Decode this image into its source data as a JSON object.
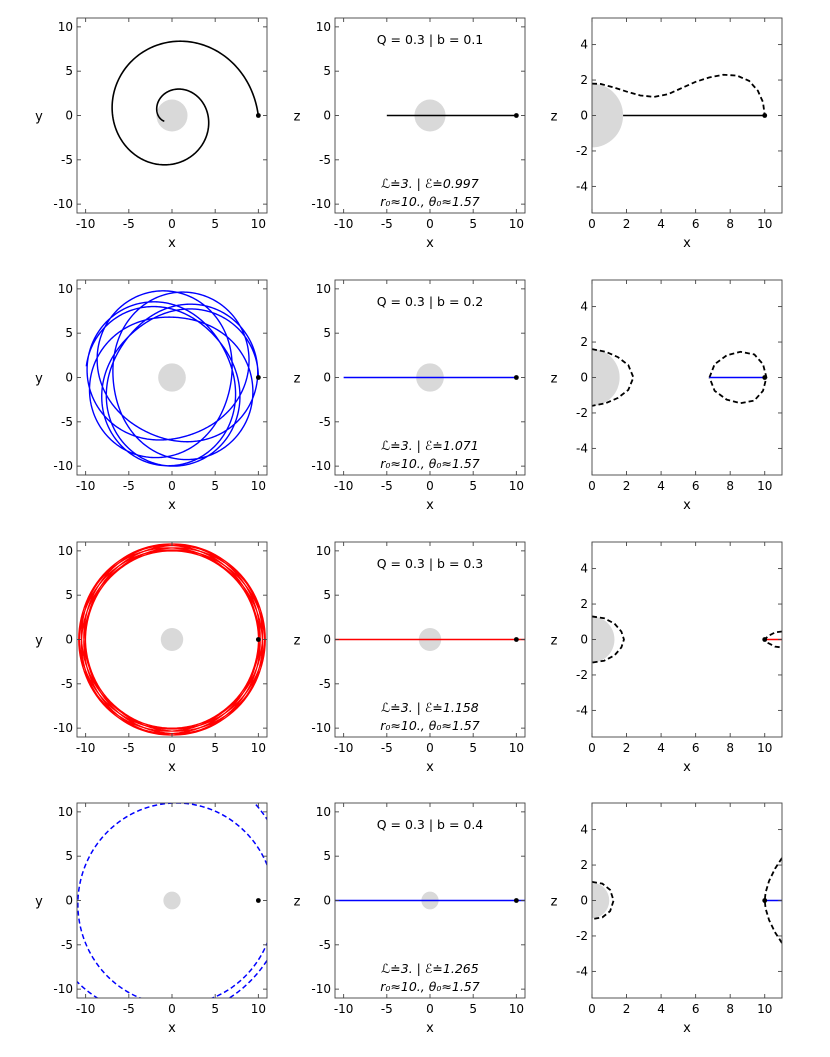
{
  "chart_data": [
    {
      "type": "line",
      "projection": "x-y",
      "xlabel": "x",
      "ylabel": "y",
      "xlim": [
        -11,
        11
      ],
      "ylim": [
        -11,
        11
      ],
      "xticks": [
        "-10",
        "-5",
        "0",
        "5",
        "10"
      ],
      "yticks": [
        "10",
        "5",
        "0",
        "-5",
        "-10"
      ],
      "color": "#000000",
      "line_style": "solid",
      "horizon_radius": 1.8,
      "orbit": {
        "kind": "spiral",
        "start": [
          10,
          0
        ],
        "turns": 1.6,
        "r_end": 1.1
      },
      "start_point": [
        10,
        0
      ]
    },
    {
      "type": "line",
      "projection": "x-z",
      "xlabel": "x",
      "ylabel": "z",
      "xlim": [
        -11,
        11
      ],
      "ylim": [
        -11,
        11
      ],
      "xticks": [
        "-10",
        "-5",
        "0",
        "5",
        "10"
      ],
      "yticks": [
        "10",
        "5",
        "0",
        "-5",
        "-10"
      ],
      "color": "#000000",
      "line_style": "solid",
      "horizon_radius": 1.8,
      "segment": {
        "x": [
          -5,
          10
        ],
        "z": [
          0,
          0
        ]
      },
      "start_point": [
        10,
        0
      ],
      "title": "Q = 0.3 | b = 0.1",
      "annotation_line1": "ℒ≐3. | ℰ≐0.997",
      "annotation_line2": "r₀≈10., θ₀≈1.57"
    },
    {
      "type": "line",
      "projection": "rho-z",
      "xlabel": "x",
      "ylabel": "z",
      "xlim": [
        0,
        11
      ],
      "ylim": [
        -5.5,
        5.5
      ],
      "xticks": [
        "0",
        "2",
        "4",
        "6",
        "8",
        "10"
      ],
      "yticks": [
        "4",
        "2",
        "0",
        "-2",
        "-4"
      ],
      "color": "#000000",
      "line_style": "solid",
      "horizon_radius": 1.8,
      "segment": {
        "x": [
          1.8,
          10
        ],
        "z": [
          0,
          0
        ]
      },
      "start_point": [
        10,
        0
      ],
      "boundary": {
        "style": "dashed",
        "points": [
          [
            0,
            1.8
          ],
          [
            0.5,
            1.78
          ],
          [
            1.2,
            1.6
          ],
          [
            2.0,
            1.35
          ],
          [
            2.8,
            1.13
          ],
          [
            3.6,
            1.05
          ],
          [
            4.4,
            1.2
          ],
          [
            5.2,
            1.55
          ],
          [
            6.0,
            1.9
          ],
          [
            6.8,
            2.15
          ],
          [
            7.6,
            2.3
          ],
          [
            8.4,
            2.25
          ],
          [
            9.1,
            1.95
          ],
          [
            9.6,
            1.4
          ],
          [
            9.9,
            0.75
          ],
          [
            10,
            0
          ]
        ]
      }
    },
    {
      "type": "line",
      "projection": "x-y",
      "xlabel": "x",
      "ylabel": "y",
      "xlim": [
        -11,
        11
      ],
      "ylim": [
        -11,
        11
      ],
      "xticks": [
        "-10",
        "-5",
        "0",
        "5",
        "10"
      ],
      "yticks": [
        "10",
        "5",
        "0",
        "-5",
        "-10"
      ],
      "color": "#0000ff",
      "line_style": "solid",
      "horizon_radius": 1.6,
      "orbit": {
        "kind": "rosette",
        "r_min": 6.8,
        "r_max": 10,
        "periods": 9,
        "precession": 0.72
      },
      "start_point": [
        10,
        0
      ]
    },
    {
      "type": "line",
      "projection": "x-z",
      "xlabel": "x",
      "ylabel": "z",
      "xlim": [
        -11,
        11
      ],
      "ylim": [
        -11,
        11
      ],
      "xticks": [
        "-10",
        "-5",
        "0",
        "5",
        "10"
      ],
      "yticks": [
        "10",
        "5",
        "0",
        "-5",
        "-10"
      ],
      "color": "#0000ff",
      "line_style": "solid",
      "horizon_radius": 1.6,
      "segment": {
        "x": [
          -10,
          10
        ],
        "z": [
          0,
          0
        ]
      },
      "start_point": [
        10,
        0
      ],
      "title": "Q = 0.3 | b = 0.2",
      "annotation_line1": "ℒ≐3. | ℰ≐1.071",
      "annotation_line2": "r₀≈10., θ₀≈1.57"
    },
    {
      "type": "line",
      "projection": "rho-z",
      "xlabel": "x",
      "ylabel": "z",
      "xlim": [
        0,
        11
      ],
      "ylim": [
        -5.5,
        5.5
      ],
      "xticks": [
        "0",
        "2",
        "4",
        "6",
        "8",
        "10"
      ],
      "yticks": [
        "4",
        "2",
        "0",
        "-2",
        "-4"
      ],
      "color": "#0000ff",
      "line_style": "solid",
      "horizon_radius": 1.6,
      "segment": {
        "x": [
          6.8,
          10
        ],
        "z": [
          0,
          0
        ]
      },
      "start_point": [
        10,
        0
      ],
      "boundary": {
        "style": "dashed",
        "points": [
          [
            0,
            1.6
          ],
          [
            0.8,
            1.45
          ],
          [
            1.5,
            1.15
          ],
          [
            2.1,
            0.7
          ],
          [
            2.4,
            0
          ],
          [
            2.1,
            -0.7
          ],
          [
            1.5,
            -1.15
          ],
          [
            0.8,
            -1.45
          ],
          [
            0,
            -1.6
          ]
        ]
      },
      "boundary2": {
        "style": "dashed",
        "points": [
          [
            6.8,
            0
          ],
          [
            7.1,
            0.75
          ],
          [
            7.8,
            1.25
          ],
          [
            8.6,
            1.45
          ],
          [
            9.4,
            1.3
          ],
          [
            9.9,
            0.75
          ],
          [
            10.1,
            0
          ],
          [
            9.9,
            -0.75
          ],
          [
            9.4,
            -1.3
          ],
          [
            8.6,
            -1.45
          ],
          [
            7.8,
            -1.25
          ],
          [
            7.1,
            -0.75
          ],
          [
            6.8,
            0
          ]
        ]
      }
    },
    {
      "type": "line",
      "projection": "x-y",
      "xlabel": "x",
      "ylabel": "y",
      "xlim": [
        -11,
        11
      ],
      "ylim": [
        -11,
        11
      ],
      "xticks": [
        "-10",
        "-5",
        "0",
        "5",
        "10"
      ],
      "yticks": [
        "10",
        "5",
        "0",
        "-5",
        "-10"
      ],
      "color": "#ff0000",
      "line_style": "solid",
      "horizon_radius": 1.3,
      "orbit": {
        "kind": "band",
        "r_min": 10,
        "r_max": 10.8,
        "periods": 40,
        "precession": 0.9
      },
      "start_point": [
        10,
        0
      ]
    },
    {
      "type": "line",
      "projection": "x-z",
      "xlabel": "x",
      "ylabel": "z",
      "xlim": [
        -11,
        11
      ],
      "ylim": [
        -11,
        11
      ],
      "xticks": [
        "-10",
        "-5",
        "0",
        "5",
        "10"
      ],
      "yticks": [
        "10",
        "5",
        "0",
        "-5",
        "-10"
      ],
      "color": "#ff0000",
      "line_style": "solid",
      "horizon_radius": 1.3,
      "segment": {
        "x": [
          -11,
          11
        ],
        "z": [
          0,
          0
        ]
      },
      "start_point": [
        10,
        0
      ],
      "title": "Q = 0.3 | b = 0.3",
      "annotation_line1": "ℒ≐3. | ℰ≐1.158",
      "annotation_line2": "r₀≈10., θ₀≈1.57"
    },
    {
      "type": "line",
      "projection": "rho-z",
      "xlabel": "x",
      "ylabel": "z",
      "xlim": [
        0,
        11
      ],
      "ylim": [
        -5.5,
        5.5
      ],
      "xticks": [
        "0",
        "2",
        "4",
        "6",
        "8",
        "10"
      ],
      "yticks": [
        "4",
        "2",
        "0",
        "-2",
        "-4"
      ],
      "color": "#ff0000",
      "line_style": "solid",
      "horizon_radius": 1.3,
      "segment": {
        "x": [
          10,
          11
        ],
        "z": [
          0,
          0
        ]
      },
      "start_point": [
        10,
        0
      ],
      "boundary": {
        "style": "dashed",
        "points": [
          [
            0,
            1.3
          ],
          [
            0.7,
            1.2
          ],
          [
            1.3,
            0.9
          ],
          [
            1.7,
            0.45
          ],
          [
            1.85,
            0
          ],
          [
            1.7,
            -0.45
          ],
          [
            1.3,
            -0.9
          ],
          [
            0.7,
            -1.2
          ],
          [
            0,
            -1.3
          ]
        ]
      },
      "boundary2": {
        "style": "dashed",
        "points": [
          [
            11,
            0.45
          ],
          [
            10.6,
            0.4
          ],
          [
            10.2,
            0.2
          ],
          [
            10,
            0
          ],
          [
            10.2,
            -0.2
          ],
          [
            10.6,
            -0.4
          ],
          [
            11,
            -0.45
          ]
        ]
      }
    },
    {
      "type": "line",
      "projection": "x-y",
      "xlabel": "x",
      "ylabel": "y",
      "xlim": [
        -11,
        11
      ],
      "ylim": [
        -11,
        11
      ],
      "xticks": [
        "-10",
        "-5",
        "0",
        "5",
        "10"
      ],
      "yticks": [
        "10",
        "5",
        "0",
        "-5",
        "-10"
      ],
      "color": "#0000ff",
      "line_style": "dashed",
      "horizon_radius": 1.0,
      "orbit": {
        "kind": "escape",
        "arcs": [
          {
            "cx": 0.5,
            "cy": -0.4,
            "r": 11.4
          },
          {
            "cx": -1.0,
            "cy": 1.2,
            "r": 14.4
          }
        ]
      },
      "start_point": [
        10,
        0
      ]
    },
    {
      "type": "line",
      "projection": "x-z",
      "xlabel": "x",
      "ylabel": "z",
      "xlim": [
        -11,
        11
      ],
      "ylim": [
        -11,
        11
      ],
      "xticks": [
        "-10",
        "-5",
        "0",
        "5",
        "10"
      ],
      "yticks": [
        "10",
        "5",
        "0",
        "-5",
        "-10"
      ],
      "color": "#0000ff",
      "line_style": "solid",
      "horizon_radius": 1.0,
      "segment": {
        "x": [
          -11,
          11
        ],
        "z": [
          0,
          0
        ]
      },
      "start_point": [
        10,
        0
      ],
      "title": "Q = 0.3 | b = 0.4",
      "annotation_line1": "ℒ≐3. | ℰ≐1.265",
      "annotation_line2": "r₀≈10., θ₀≈1.57"
    },
    {
      "type": "line",
      "projection": "rho-z",
      "xlabel": "x",
      "ylabel": "z",
      "xlim": [
        0,
        11
      ],
      "ylim": [
        -5.5,
        5.5
      ],
      "xticks": [
        "0",
        "2",
        "4",
        "6",
        "8",
        "10"
      ],
      "yticks": [
        "4",
        "2",
        "0",
        "-2",
        "-4"
      ],
      "color": "#0000ff",
      "line_style": "solid",
      "horizon_radius": 1.0,
      "segment": {
        "x": [
          10,
          11
        ],
        "z": [
          0,
          0
        ]
      },
      "start_point": [
        10,
        0
      ],
      "boundary": {
        "style": "dashed",
        "points": [
          [
            0,
            1.05
          ],
          [
            0.6,
            0.95
          ],
          [
            1.05,
            0.6
          ],
          [
            1.25,
            0
          ],
          [
            1.05,
            -0.6
          ],
          [
            0.6,
            -0.95
          ],
          [
            0,
            -1.05
          ]
        ]
      },
      "boundary2": {
        "style": "dashed",
        "points": [
          [
            11,
            2.4
          ],
          [
            10.6,
            1.8
          ],
          [
            10.25,
            1.1
          ],
          [
            10.05,
            0.45
          ],
          [
            10,
            0
          ],
          [
            10.05,
            -0.45
          ],
          [
            10.25,
            -1.1
          ],
          [
            10.6,
            -1.8
          ],
          [
            11,
            -2.4
          ]
        ]
      }
    }
  ]
}
